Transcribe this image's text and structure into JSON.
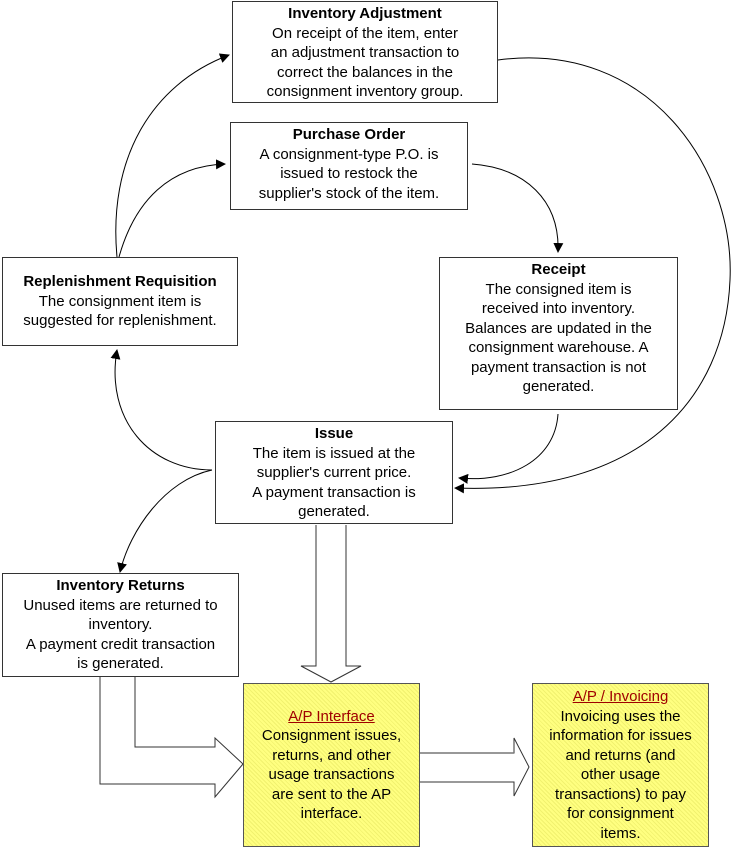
{
  "diagram": {
    "nodes": [
      {
        "id": "inventory-adjustment",
        "title": "Inventory Adjustment",
        "description": "On receipt of the item, enter\nan adjustment transaction to\ncorrect the balances in the\nconsignment inventory group.",
        "style": "plain"
      },
      {
        "id": "purchase-order",
        "title": "Purchase Order",
        "description": "A consignment-type P.O. is\nissued to restock the\nsupplier's stock of the item.",
        "style": "plain"
      },
      {
        "id": "replenishment-requisition",
        "title": "Replenishment Requisition",
        "description": "The consignment item is\nsuggested for replenishment.",
        "style": "plain"
      },
      {
        "id": "receipt",
        "title": "Receipt",
        "description": "The consigned item is\nreceived into inventory.\nBalances are updated in the\nconsignment warehouse. A\npayment transaction is not\ngenerated.",
        "style": "plain"
      },
      {
        "id": "issue",
        "title": "Issue",
        "description": "The item is issued at the\nsupplier's current price.\nA payment transaction is\ngenerated.",
        "style": "plain"
      },
      {
        "id": "inventory-returns",
        "title": "Inventory Returns",
        "description": "Unused items are returned to\ninventory.\nA payment credit transaction\nis generated.",
        "style": "plain"
      },
      {
        "id": "ap-interface",
        "title": "A/P Interface",
        "description": "Consignment issues,\nreturns, and other\nusage transactions\nare sent to the AP\ninterface.",
        "style": "highlight",
        "title_is_link": true
      },
      {
        "id": "ap-invoicing",
        "title": "A/P / Invoicing",
        "description": "Invoicing uses the\ninformation for issues\nand returns (and\nother usage\ntransactions) to pay\nfor consignment\nitems.",
        "style": "highlight",
        "title_is_link": true
      }
    ],
    "edges": [
      {
        "from": "replenishment-requisition",
        "to": "inventory-adjustment",
        "type": "curved-arrow"
      },
      {
        "from": "replenishment-requisition",
        "to": "purchase-order",
        "type": "curved-arrow"
      },
      {
        "from": "purchase-order",
        "to": "receipt",
        "type": "curved-arrow"
      },
      {
        "from": "receipt",
        "to": "issue",
        "type": "curved-arrow"
      },
      {
        "from": "inventory-adjustment",
        "to": "issue",
        "type": "curved-arrow"
      },
      {
        "from": "issue",
        "to": "replenishment-requisition",
        "type": "curved-arrow"
      },
      {
        "from": "issue",
        "to": "inventory-returns",
        "type": "curved-arrow"
      },
      {
        "from": "issue",
        "to": "ap-interface",
        "type": "block-arrow"
      },
      {
        "from": "inventory-returns",
        "to": "ap-interface",
        "type": "block-arrow"
      },
      {
        "from": "ap-interface",
        "to": "ap-invoicing",
        "type": "block-arrow"
      }
    ],
    "colors": {
      "highlight_fill": "#ffff80",
      "link_title": "#a00000",
      "line": "#000000"
    }
  }
}
